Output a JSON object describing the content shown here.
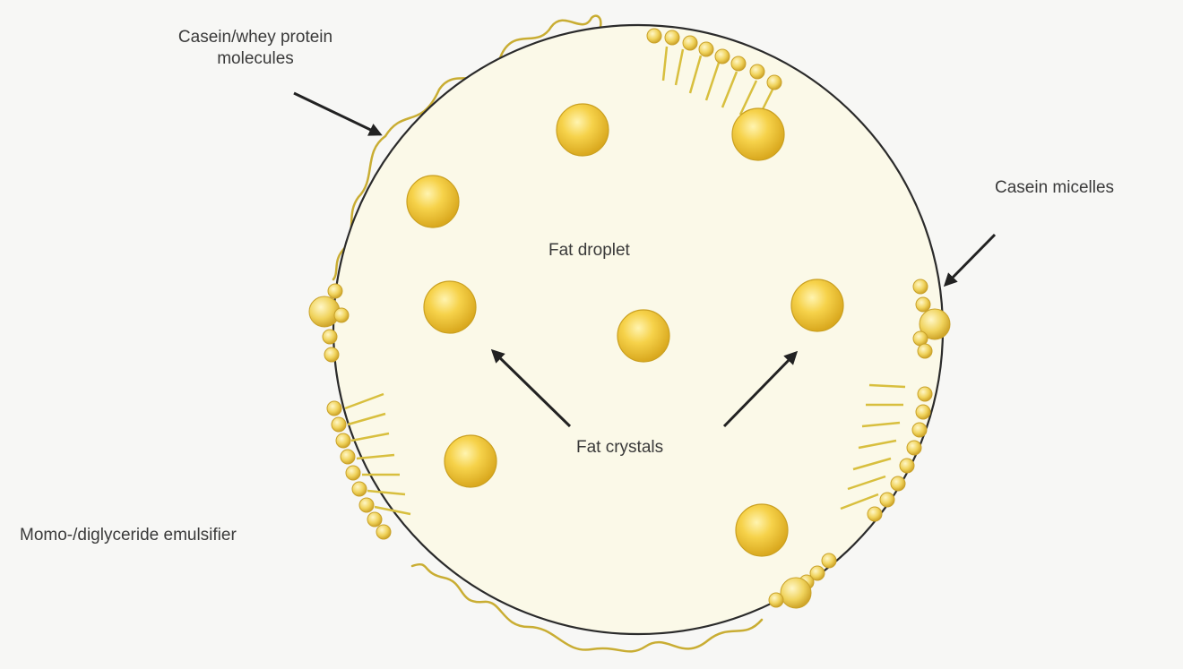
{
  "labels": {
    "protein_line1": "Casein/whey protein",
    "protein_line2": "molecules",
    "casein_micelles": "Casein micelles",
    "fat_droplet": "Fat droplet",
    "fat_crystals": "Fat crystals",
    "emulsifier": "Momo-/diglyceride emulsifier"
  },
  "colors": {
    "background": "#f7f7f5",
    "droplet_fill": "#fbf9e8",
    "droplet_outline": "#2b2b2b",
    "crystal": "#f2c42c",
    "protein_strand": "#c9ad33",
    "arrow": "#222222"
  }
}
